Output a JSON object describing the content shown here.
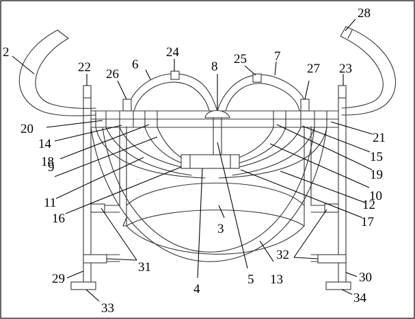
{
  "labels": {
    "n2": "2",
    "n3": "3",
    "n4": "4",
    "n5": "5",
    "n6": "6",
    "n7": "7",
    "n8": "8",
    "n9": "9",
    "n10": "10",
    "n11": "11",
    "n12": "12",
    "n13": "13",
    "n14": "14",
    "n15": "15",
    "n16": "16",
    "n17": "17",
    "n18": "18",
    "n19": "19",
    "n20": "20",
    "n21": "21",
    "n22": "22",
    "n23": "23",
    "n24": "24",
    "n25": "25",
    "n26": "26",
    "n27": "27",
    "n28": "28",
    "n29": "29",
    "n30": "30",
    "n31": "31",
    "n32": "32",
    "n33": "33",
    "n34": "34"
  }
}
